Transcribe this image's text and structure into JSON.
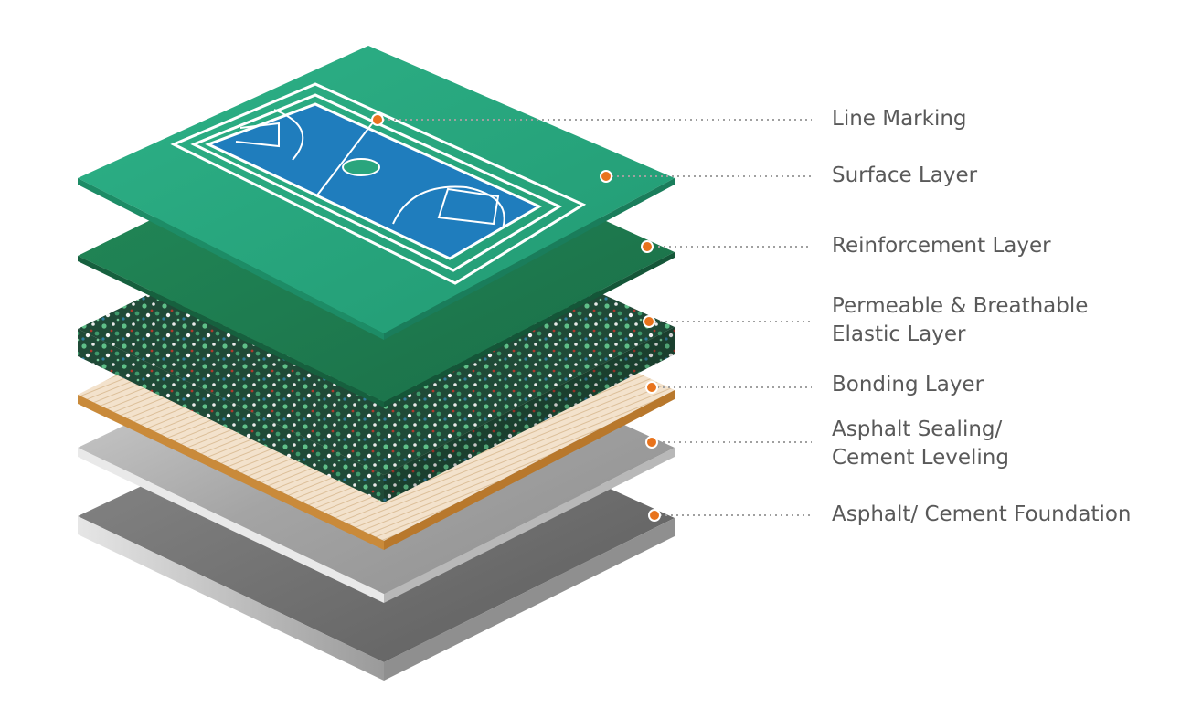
{
  "layers": [
    {
      "id": "line-marking",
      "lines": [
        "Line Marking"
      ],
      "marker_color": "#e8731c"
    },
    {
      "id": "surface-layer",
      "lines": [
        "Surface Layer"
      ],
      "marker_color": "#e8731c",
      "color": "#2aa57d"
    },
    {
      "id": "reinforcement-layer",
      "lines": [
        "Reinforcement Layer"
      ],
      "marker_color": "#e8731c",
      "color": "#1f7a4f"
    },
    {
      "id": "elastic-layer",
      "lines": [
        "Permeable & Breathable",
        "Elastic Layer"
      ],
      "marker_color": "#e8731c",
      "color": "#24553f"
    },
    {
      "id": "bonding-layer",
      "lines": [
        "Bonding Layer"
      ],
      "marker_color": "#e8731c",
      "color": "#efd9bd"
    },
    {
      "id": "sealing-layer",
      "lines": [
        "Asphalt Sealing/",
        "Cement Leveling"
      ],
      "marker_color": "#e8731c",
      "color": "#a9a9a9"
    },
    {
      "id": "foundation-layer",
      "lines": [
        "Asphalt/ Cement Foundation"
      ],
      "marker_color": "#e8731c",
      "color": "#6d6d6d"
    }
  ],
  "court": {
    "color": "#1f7dbd",
    "line_color": "#ffffff"
  }
}
